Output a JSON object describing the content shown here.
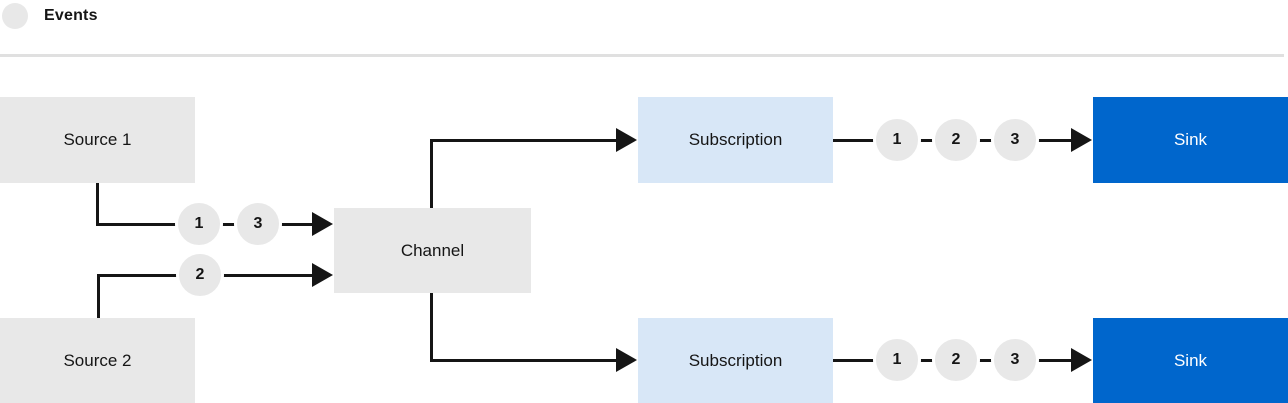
{
  "legend": {
    "label": "Events"
  },
  "colors": {
    "background": "#ffffff",
    "node-gray": "#e8e8e8",
    "subscription-blue": "#d8e7f7",
    "sink-blue": "#0066cc",
    "line": "#151515",
    "text-dark": "#151515",
    "text-light": "#ffffff",
    "divider": "#e0e0e0",
    "badge-bg": "#e8e8e8",
    "badge-ring": "#ffffff"
  },
  "nodes": {
    "source1": {
      "label": "Source 1"
    },
    "source2": {
      "label": "Source 2"
    },
    "channel": {
      "label": "Channel"
    },
    "subscriptionTop": {
      "label": "Subscription"
    },
    "subscriptionBottom": {
      "label": "Subscription"
    },
    "sinkTop": {
      "label": "Sink"
    },
    "sinkBottom": {
      "label": "Sink"
    }
  },
  "events": {
    "source1ToChannel": [
      "1",
      "3"
    ],
    "source2ToChannel": [
      "2"
    ],
    "subscriptionTopToSink": [
      "1",
      "2",
      "3"
    ],
    "subscriptionBottomToSink": [
      "1",
      "2",
      "3"
    ]
  }
}
